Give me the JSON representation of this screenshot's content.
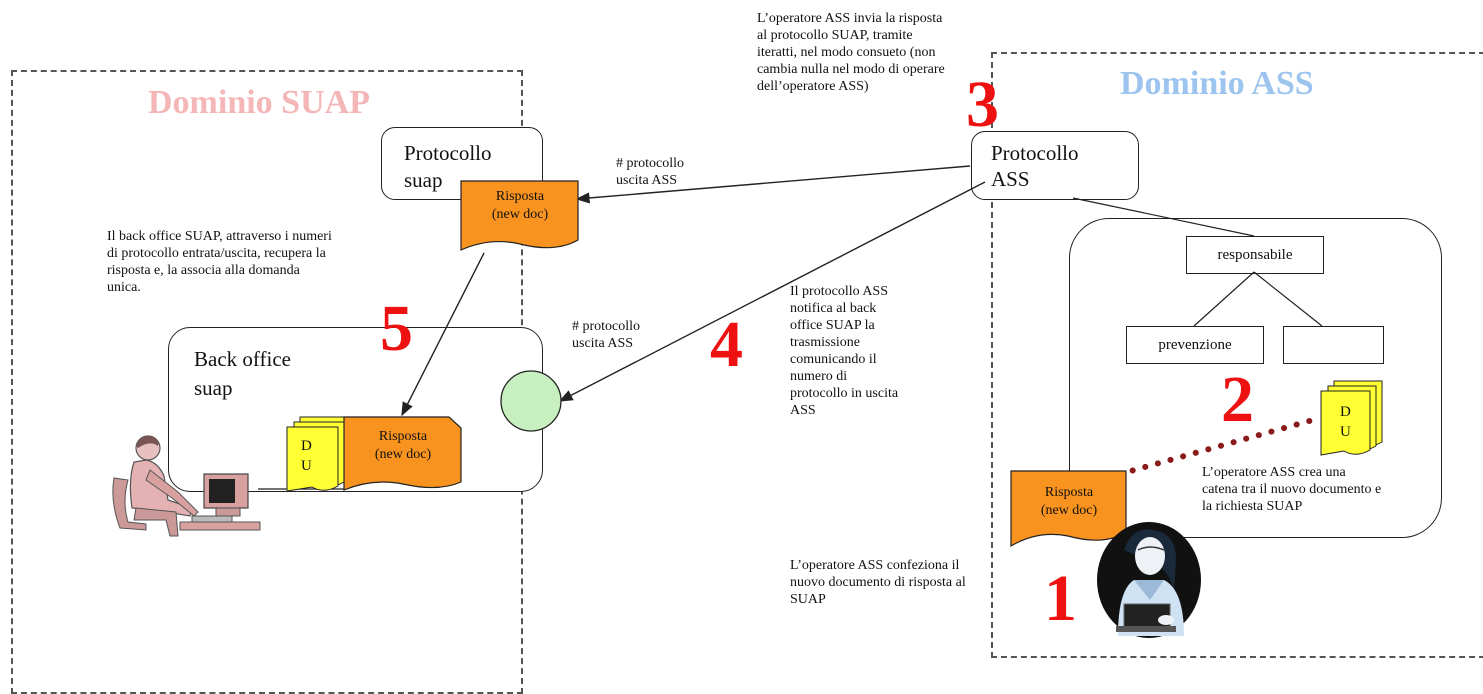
{
  "suap_domain": {
    "title": "Dominio SUAP",
    "protocollo_label_1": "Protocollo",
    "protocollo_label_2": "suap",
    "backoffice_label_1": "Back office",
    "backoffice_label_2": "suap",
    "note_lines": [
      "Il back office SUAP, attraverso i numeri",
      "di protocollo entrata/uscita, recupera la",
      "risposta e, la associa alla domanda",
      "unica."
    ],
    "edge_label_lines": [
      "# protocollo",
      "uscita ASS"
    ]
  },
  "ass_domain": {
    "title": "Dominio ASS",
    "protocollo_label_1": "Protocollo",
    "protocollo_label_2": "ASS",
    "org": {
      "root": "responsabile",
      "left": "prevenzione",
      "right": ""
    },
    "top_note_lines": [
      "L’operatore ASS invia la risposta",
      "al protocollo SUAP, tramite",
      "iteratti, nel modo consueto (non",
      "cambia nulla nel modo di operare",
      "dell’operatore ASS)"
    ],
    "chain_note_lines": [
      "L’operatore ASS crea una",
      "catena tra il nuovo documento e",
      "la richiesta SUAP"
    ],
    "bottom_note_lines": [
      "L’operatore ASS confeziona il",
      "nuovo documento di risposta al",
      "SUAP"
    ]
  },
  "middle": {
    "edge_label_lines": [
      "# protocollo",
      "uscita ASS"
    ],
    "note_lines": [
      "Il protocollo ASS",
      "notifica al back",
      "office SUAP la",
      "trasmissione",
      "comunicando il",
      "numero di",
      "protocollo in uscita",
      "ASS"
    ]
  },
  "documents": {
    "risposta_line_1": "Risposta",
    "risposta_line_2": "(new doc)",
    "du_line_1": "D",
    "du_line_2": "U"
  },
  "steps": [
    "1",
    "2",
    "3",
    "4",
    "5"
  ],
  "colors": {
    "suap_title": "#f4b6b6",
    "ass_title": "#9cc4ee",
    "step_number": "#ee1111",
    "doc_orange": "#f7931e",
    "doc_yellow": "#ffff33",
    "circle": "#c8efc0",
    "chain": "#8b1a1a"
  },
  "icons": [
    "man-at-computer-icon",
    "woman-with-laptop-icon"
  ]
}
